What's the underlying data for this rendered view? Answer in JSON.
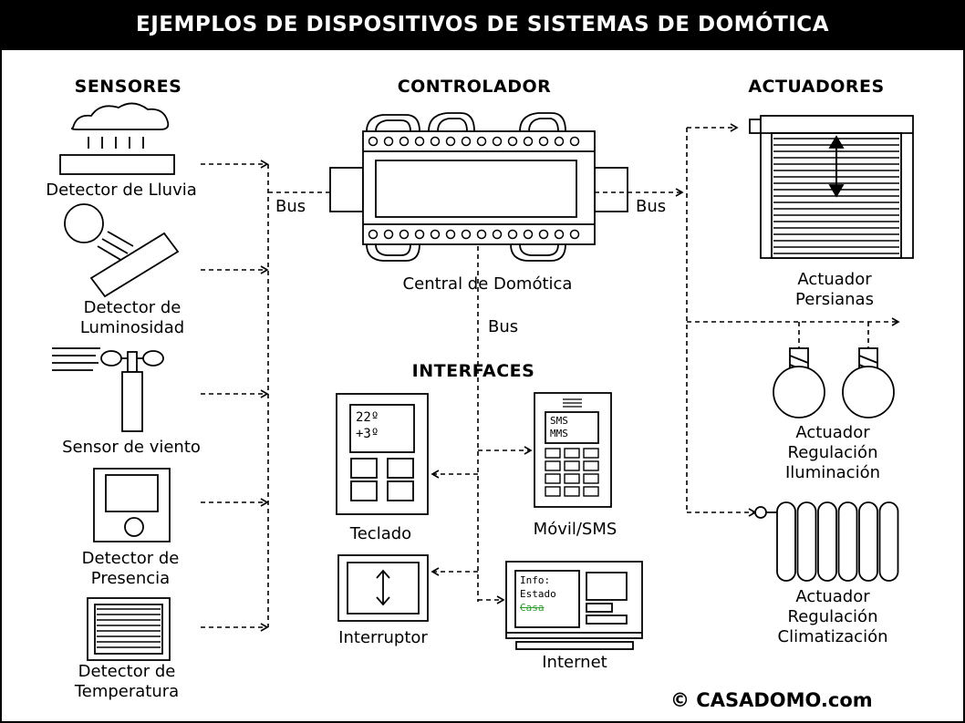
{
  "title": "EJEMPLOS DE DISPOSITIVOS DE SISTEMAS DE DOMÓTICA",
  "sections": {
    "sensores": "SENSORES",
    "controlador": "CONTROLADOR",
    "actuadores": "ACTUADORES",
    "interfaces": "INTERFACES"
  },
  "sensors": {
    "lluvia": "Detector de Lluvia",
    "luminosidad_1": "Detector de",
    "luminosidad_2": "Luminosidad",
    "viento": "Sensor de viento",
    "presencia_1": "Detector de",
    "presencia_2": "Presencia",
    "temperatura_1": "Detector de",
    "temperatura_2": "Temperatura"
  },
  "controller": {
    "label": "Central de Domótica"
  },
  "bus": {
    "left": "Bus",
    "right": "Bus",
    "center": "Bus"
  },
  "actuators": {
    "persianas_1": "Actuador",
    "persianas_2": "Persianas",
    "iluminacion_1": "Actuador",
    "iluminacion_2": "Regulación",
    "iluminacion_3": "Iluminación",
    "clima_1": "Actuador",
    "clima_2": "Regulación",
    "clima_3": "Climatización"
  },
  "interfaces": {
    "teclado": "Teclado",
    "teclado_line1": "22º",
    "teclado_line2": "+3º",
    "movil": "Móvil/SMS",
    "movil_line1": "SMS",
    "movil_line2": "MMS",
    "interruptor": "Interruptor",
    "internet": "Internet",
    "internet_line1": "Info:",
    "internet_line2": "Estado",
    "internet_line3": "Casa"
  },
  "copyright": "© CASADOMO.com",
  "colors": {
    "ink": "#000000",
    "background": "#ffffff",
    "screen_text_green": "#2e9b2e"
  }
}
